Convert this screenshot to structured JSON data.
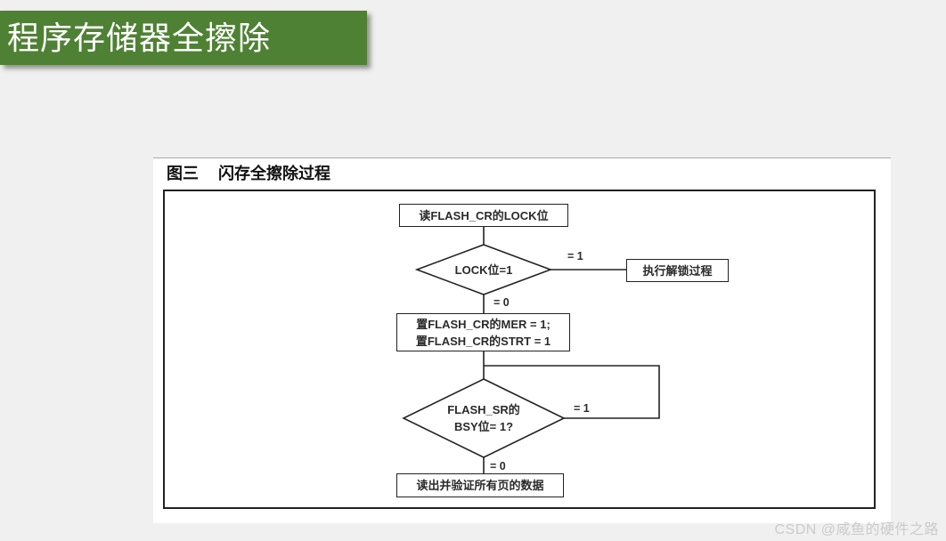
{
  "banner": {
    "title": "程序存储器全擦除"
  },
  "figure_caption": {
    "label": "图三",
    "title": "闪存全擦除过程"
  },
  "flowchart": {
    "read_lock_box": "读FLASH_CR的LOCK位",
    "lock_diamond": "LOCK位=1",
    "lock_eq1_label": "= 1",
    "unlock_box": "执行解锁过程",
    "lock_eq0_label": "= 0",
    "set_mer_line1": "置FLASH_CR的MER = 1;",
    "set_mer_line2": "置FLASH_CR的STRT = 1",
    "busy_diamond_line1": "FLASH_SR的",
    "busy_diamond_line2": "BSY位= 1?",
    "busy_eq1_label": "= 1",
    "busy_eq0_label": "= 0",
    "verify_box": "读出并验证所有页的数据"
  },
  "watermark": "CSDN @咸鱼的硬件之路",
  "colors": {
    "banner_green": "#4f8134",
    "page_background": "#f0f0f0",
    "flowchart_line": "#222222",
    "watermark_gray": "#cbcbcb"
  }
}
